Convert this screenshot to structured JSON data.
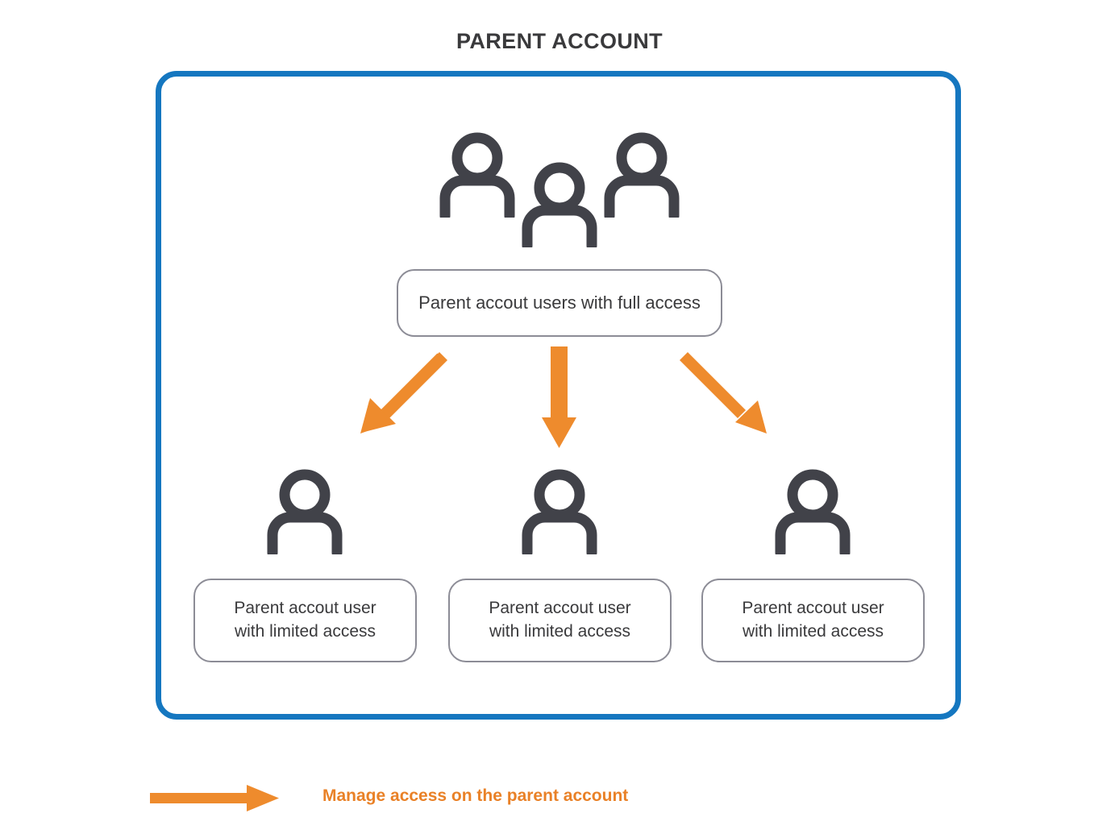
{
  "title": "PARENT ACCOUNT",
  "colors": {
    "container_border": "#1577C0",
    "arrow_orange": "#EE8B2D",
    "box_border": "#8C8C96",
    "icon_dark": "#414249",
    "title_text": "#3A3A3C",
    "legend_text": "#E98127",
    "background": "#FFFFFF"
  },
  "container": {
    "top_icon_group_label": "three-people-icon",
    "full_access": {
      "text": "Parent accout users with full access"
    },
    "children": [
      {
        "icon": "person-icon",
        "line1": "Parent accout user",
        "line2": "with limited access"
      },
      {
        "icon": "person-icon",
        "line1": "Parent accout user",
        "line2": "with limited access"
      },
      {
        "icon": "person-icon",
        "line1": "Parent accout user",
        "line2": "with limited access"
      }
    ],
    "arrows": [
      {
        "name": "arrow-down-left",
        "direction": "down-left"
      },
      {
        "name": "arrow-down",
        "direction": "down"
      },
      {
        "name": "arrow-down-right",
        "direction": "down-right"
      }
    ]
  },
  "legend": {
    "arrow_icon": "arrow-right-icon",
    "text": "Manage access on the parent account"
  }
}
